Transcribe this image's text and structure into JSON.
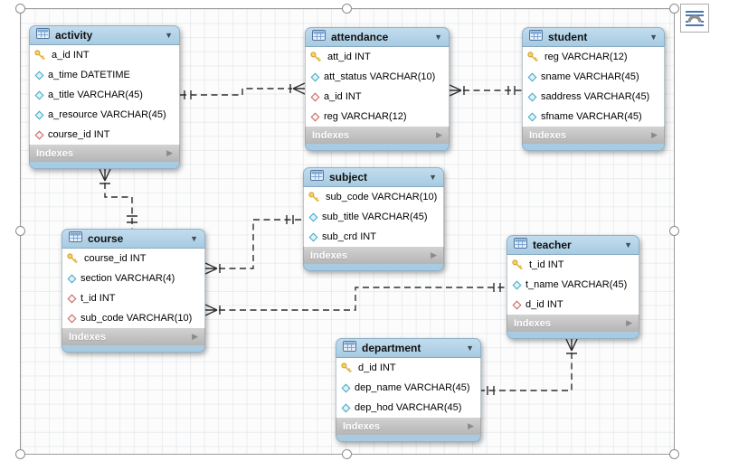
{
  "embed": {
    "layout_options_tooltip": "Layout Options"
  },
  "icons": {
    "table-icon": "blue table grid",
    "primary-key-icon": "yellow key",
    "column-icon": "cyan outlined diamond",
    "foreign-key-icon": "red outlined diamond",
    "collapse-arrow-icon": "▼",
    "expand-arrow-icon": "▶",
    "layout-options-icon": "picture with text lines and arch"
  },
  "colors": {
    "table_header_blue": "#aecfe6",
    "table_footer_gray": "#bfbfbf",
    "bottom_strip_blue": "#a9cbe2",
    "connector": "#2f2f2f",
    "primary_key_yellow": "#f2c84b",
    "column_diamond_cyan": "#41a7c6",
    "fk_diamond_red": "#c2625c",
    "selection_gray": "#9b9b9b"
  },
  "tables": [
    {
      "name": "activity",
      "footer": "Indexes",
      "fields": [
        {
          "icon": "key",
          "text": "a_id INT"
        },
        {
          "icon": "attr",
          "text": "a_time DATETIME"
        },
        {
          "icon": "attr",
          "text": "a_title VARCHAR(45)"
        },
        {
          "icon": "attr",
          "text": "a_resource VARCHAR(45)"
        },
        {
          "icon": "fk",
          "text": "course_id INT"
        }
      ]
    },
    {
      "name": "attendance",
      "footer": "Indexes",
      "fields": [
        {
          "icon": "key",
          "text": "att_id INT"
        },
        {
          "icon": "attr",
          "text": "att_status VARCHAR(10)"
        },
        {
          "icon": "fk",
          "text": "a_id INT"
        },
        {
          "icon": "fk",
          "text": "reg VARCHAR(12)"
        }
      ]
    },
    {
      "name": "student",
      "footer": "Indexes",
      "fields": [
        {
          "icon": "key",
          "text": "reg VARCHAR(12)"
        },
        {
          "icon": "attr",
          "text": "sname VARCHAR(45)"
        },
        {
          "icon": "attr",
          "text": "saddress VARCHAR(45)"
        },
        {
          "icon": "attr",
          "text": "sfname VARCHAR(45)"
        }
      ]
    },
    {
      "name": "subject",
      "footer": "Indexes",
      "fields": [
        {
          "icon": "key",
          "text": "sub_code VARCHAR(10)"
        },
        {
          "icon": "attr",
          "text": "sub_title VARCHAR(45)"
        },
        {
          "icon": "attr",
          "text": "sub_crd INT"
        }
      ]
    },
    {
      "name": "course",
      "footer": "Indexes",
      "fields": [
        {
          "icon": "key",
          "text": "course_id INT"
        },
        {
          "icon": "attr",
          "text": "section VARCHAR(4)"
        },
        {
          "icon": "fk",
          "text": "t_id INT"
        },
        {
          "icon": "fk",
          "text": "sub_code VARCHAR(10)"
        }
      ]
    },
    {
      "name": "teacher",
      "footer": "Indexes",
      "fields": [
        {
          "icon": "key",
          "text": "t_id INT"
        },
        {
          "icon": "attr",
          "text": "t_name VARCHAR(45)"
        },
        {
          "icon": "fk",
          "text": "d_id INT"
        }
      ]
    },
    {
      "name": "department",
      "footer": "Indexes",
      "fields": [
        {
          "icon": "key",
          "text": "d_id INT"
        },
        {
          "icon": "attr",
          "text": "dep_name VARCHAR(45)"
        },
        {
          "icon": "attr",
          "text": "dep_hod VARCHAR(45)"
        }
      ]
    }
  ],
  "relationships": [
    {
      "one_side": "activity",
      "many_side": "attendance",
      "via": "a_id",
      "style": "dashed"
    },
    {
      "one_side": "student",
      "many_side": "attendance",
      "via": "reg",
      "style": "dashed"
    },
    {
      "one_side": "course",
      "many_side": "activity",
      "via": "course_id",
      "style": "dashed"
    },
    {
      "one_side": "subject",
      "many_side": "course",
      "via": "sub_code",
      "style": "dashed"
    },
    {
      "one_side": "teacher",
      "many_side": "course",
      "via": "t_id",
      "style": "dashed"
    },
    {
      "one_side": "department",
      "many_side": "teacher",
      "via": "d_id",
      "style": "dashed"
    }
  ]
}
